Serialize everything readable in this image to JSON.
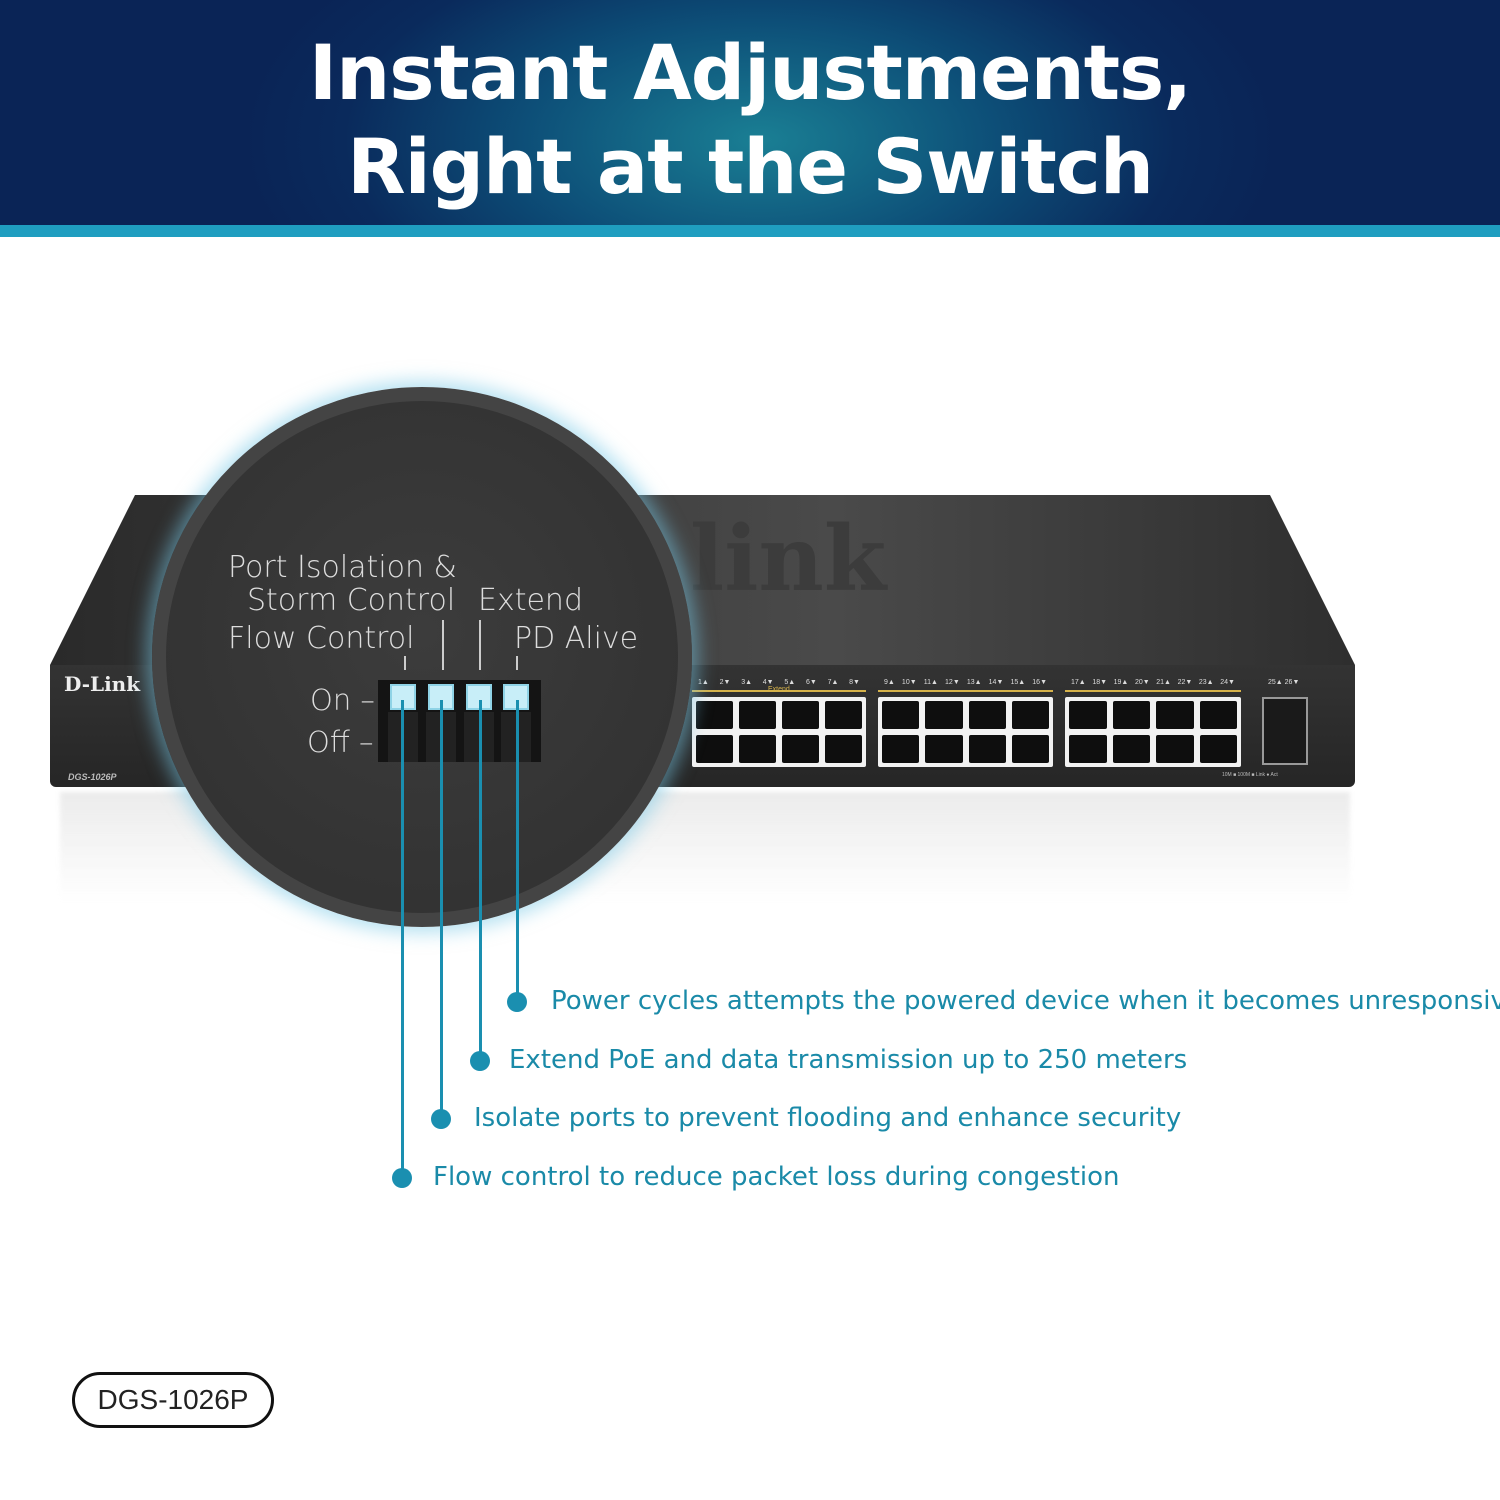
{
  "header": {
    "title_line1": "Instant Adjustments,",
    "title_line2": "Right at the Switch"
  },
  "switch": {
    "brand": "D-Link",
    "model": "DGS-1026P",
    "top_logo": "link",
    "port_labels": [
      [
        "1▲",
        "2▼",
        "3▲",
        "4▼",
        "5▲",
        "6▼",
        "7▲",
        "8▼"
      ],
      [
        "9▲",
        "10▼",
        "11▲",
        "12▼",
        "13▲",
        "14▼",
        "15▲",
        "16▼"
      ],
      [
        "17▲",
        "18▼",
        "19▲",
        "20▼",
        "21▲",
        "22▼",
        "23▲",
        "24▼"
      ]
    ],
    "sfp_labels": "25▲ 26▼",
    "extend_label": "Extend",
    "legend": "10M ■ 100M ■ Link ● Act"
  },
  "dip": {
    "label_port_isolation": "Port Isolation &",
    "label_storm": "Storm Control",
    "label_extend": "Extend",
    "label_flow": "Flow Control",
    "label_pd": "PD Alive",
    "on": "On –",
    "off": "Off –"
  },
  "features": [
    "Power cycles attempts the powered device when it becomes unresponsive",
    "Extend PoE and data transmission up to 250 meters",
    "Isolate ports to prevent flooding and enhance security",
    "Flow control to reduce packet loss during congestion"
  ],
  "badge": "DGS-1026P",
  "colors": {
    "accent": "#1a8fb0",
    "header": "#0a2456",
    "stripe": "#1f9ec0"
  }
}
